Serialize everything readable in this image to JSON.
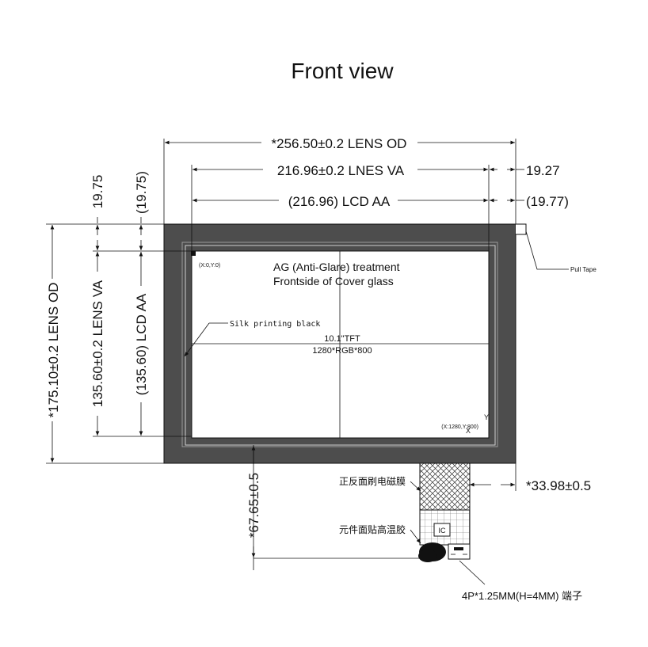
{
  "title": "Front view",
  "dimensions": {
    "lens_od_width": "*256.50±0.2 LENS OD",
    "lens_va_width": "216.96±0.2 LNES  VA",
    "lcd_aa_width": "(216.96) LCD AA",
    "right_margin_va": "19.27",
    "right_margin_aa": "(19.77)",
    "top_margin_va": "19.75",
    "top_margin_aa": "(19.75)",
    "lens_od_height": "*175.10±0.2 LENS OD",
    "lens_va_height": "135.60±0.2 LENS VA",
    "lcd_aa_height": "(135.60) LCD AA",
    "fpc_length": "*67.65±0.5",
    "fpc_offset": "*33.98±0.5"
  },
  "notes": {
    "ag_line1": "AG (Anti-Glare) treatment",
    "ag_line2": "Frontside of Cover glass",
    "tft_line1": "10.1\"TFT",
    "tft_line2": "1280*RGB*800",
    "origin": "(X:0,Y:0)",
    "end_coord": "(X:1280,Y:800)",
    "axis_x": "X",
    "axis_y": "Y",
    "silk": "Silk printing black",
    "pull_tape": "Pull Tape",
    "fpc_shield": "正反面刷电磁膜",
    "component_tape": "元件面贴高温胶",
    "ic": "IC",
    "connector": "4P*1.25MM(H=4MM) 端子"
  },
  "colors": {
    "bezel": "#4d4d4d",
    "line": "#111111",
    "background": "#ffffff"
  }
}
